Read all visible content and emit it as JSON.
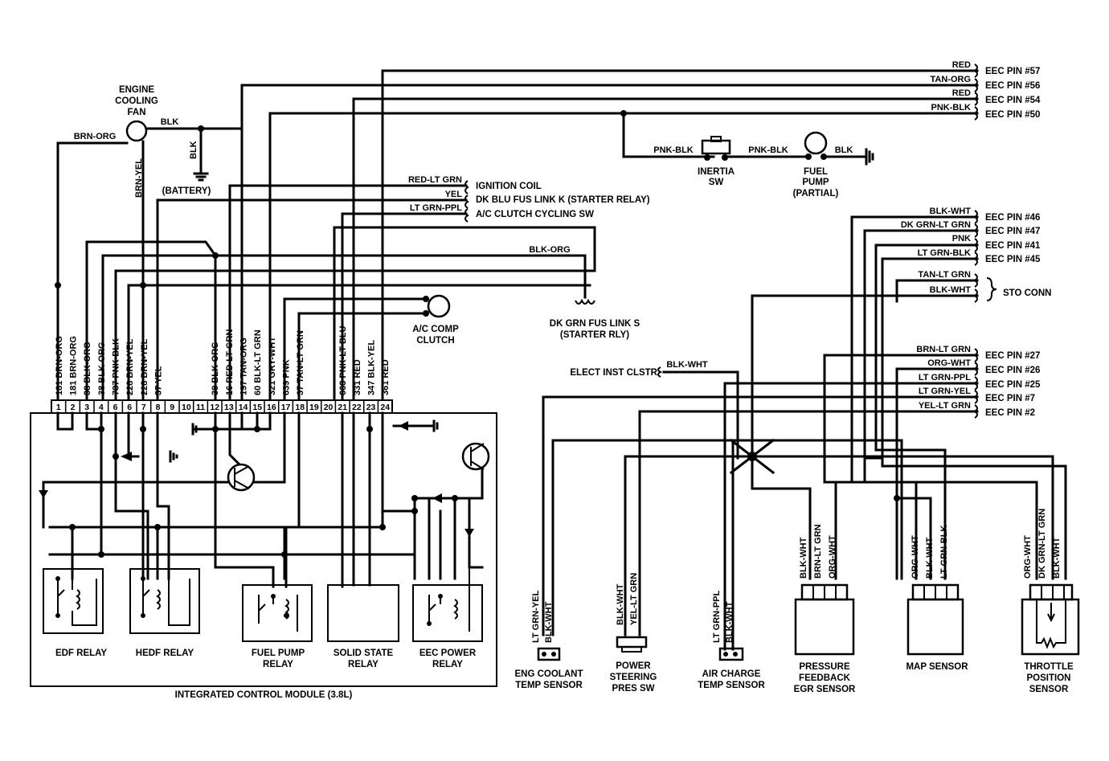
{
  "top_wires": [
    {
      "color": "RED",
      "pin": "EEC PIN #57"
    },
    {
      "color": "TAN-ORG",
      "pin": "EEC PIN #56"
    },
    {
      "color": "RED",
      "pin": "EEC PIN #54"
    },
    {
      "color": "PNK-BLK",
      "pin": "EEC PIN #50"
    }
  ],
  "mid_wires": [
    {
      "color": "BLK-WHT",
      "pin": "EEC PIN #46"
    },
    {
      "color": "DK GRN-LT GRN",
      "pin": "EEC PIN #47"
    },
    {
      "color": "PNK",
      "pin": "EEC PIN #41"
    },
    {
      "color": "LT GRN-BLK",
      "pin": "EEC PIN #45"
    }
  ],
  "sto": {
    "wire1": "TAN-LT GRN",
    "wire2": "BLK-WHT",
    "label": "STO CONN"
  },
  "low_wires": [
    {
      "color": "BRN-LT GRN",
      "pin": "EEC PIN #27"
    },
    {
      "color": "ORG-WHT",
      "pin": "EEC PIN #26"
    },
    {
      "color": "LT GRN-PPL",
      "pin": "EEC PIN #25"
    },
    {
      "color": "LT GRN-YEL",
      "pin": "EEC PIN #7"
    },
    {
      "color": "YEL-LT GRN",
      "pin": "EEC PIN #2"
    }
  ],
  "fan": {
    "l1": "ENGINE",
    "l2": "COOLING",
    "l3": "FAN",
    "left_wire": "BRN-ORG",
    "right_wire": "BLK",
    "down_wire": "BRN-YEL",
    "ground_wire": "BLK",
    "battery": "(BATTERY)"
  },
  "ign": [
    {
      "color": "RED-LT GRN",
      "dest": "IGNITION COIL"
    },
    {
      "color": "YEL",
      "dest": "DK BLU FUS LINK K (STARTER RELAY)"
    },
    {
      "color": "LT GRN-PPL",
      "dest": "A/C CLUTCH CYCLING SW"
    }
  ],
  "blkorg": "BLK-ORG",
  "fuslink": {
    "l1": "DK GRN FUS LINK S",
    "l2": "(STARTER RLY)"
  },
  "ac": {
    "l1": "A/C COMP",
    "l2": "CLUTCH"
  },
  "inertia": {
    "w1": "PNK-BLK",
    "w2": "PNK-BLK",
    "w3": "BLK",
    "l1": "INERTIA",
    "l2": "SW",
    "p1": "FUEL",
    "p2": "PUMP",
    "p3": "(PARTIAL)"
  },
  "elect": {
    "label": "ELECT INST CLSTR",
    "wire": "BLK-WHT"
  },
  "pins": [
    "1",
    "2",
    "3",
    "4",
    "6",
    "6",
    "7",
    "8",
    "9",
    "10",
    "11",
    "12",
    "13",
    "14",
    "15",
    "16",
    "17",
    "18",
    "19",
    "20",
    "21",
    "22",
    "23",
    "24"
  ],
  "pin_wires": [
    "181 BRN-ORG",
    "181 BRN-ORG",
    "38 BLK-ORG",
    "38 BLK-ORG",
    "787 PNK-BLK",
    "228 BRN-YEL",
    "228 BRN-YEL",
    "37 YEL",
    "",
    "",
    "",
    "38 BLK-ORG",
    "16 RED-LT GRN",
    "197 TAN-ORG",
    "60 BLK-LT GRN",
    "321 GRY-WHT",
    "639 PNK",
    "37 TAN-LT GRN",
    "",
    "",
    "663 PNK-LT BLU",
    "331 RED",
    "347 BLK-YEL",
    "361 RED"
  ],
  "relays": [
    {
      "l1": "EDF RELAY",
      "l2": ""
    },
    {
      "l1": "HEDF RELAY",
      "l2": ""
    },
    {
      "l1": "FUEL PUMP",
      "l2": "RELAY"
    },
    {
      "l1": "SOLID STATE",
      "l2": "RELAY"
    },
    {
      "l1": "EEC POWER",
      "l2": "RELAY"
    }
  ],
  "module": "INTEGRATED CONTROL MODULE (3.8L)",
  "sensors": {
    "coolant": {
      "w1": "LT GRN-YEL",
      "w2": "BLK-WHT",
      "l1": "ENG COOLANT",
      "l2": "TEMP SENSOR"
    },
    "steer": {
      "w1": "BLK-WHT",
      "w2": "YEL-LT GRN",
      "l1": "POWER",
      "l2": "STEERING",
      "l3": "PRES SW"
    },
    "aircharge": {
      "w1": "LT GRN-PPL",
      "w2": "BLK-WHT",
      "l1": "AIR CHARGE",
      "l2": "TEMP SENSOR"
    },
    "egr": {
      "w1": "BLK-WHT",
      "w2": "BRN-LT GRN",
      "w3": "ORG-WHT",
      "l1": "PRESSURE",
      "l2": "FEEDBACK",
      "l3": "EGR SENSOR"
    },
    "map": {
      "w1": "ORG-WHT",
      "w2": "BLK-WHT",
      "w3": "LT GRN-BLK",
      "l1": "MAP SENSOR"
    },
    "tps": {
      "w1": "ORG-WHT",
      "w2": "DK GRN-LT GRN",
      "w3": "BLK-WHT",
      "l1": "THROTTLE",
      "l2": "POSITION",
      "l3": "SENSOR"
    }
  }
}
